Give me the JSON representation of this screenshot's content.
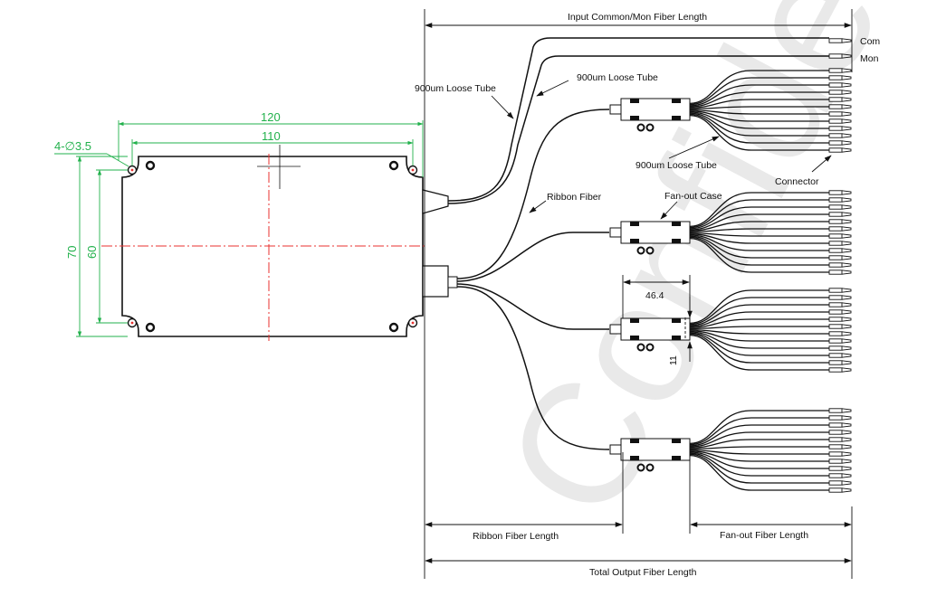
{
  "watermark": "Confidential",
  "module_dims": {
    "width_outer": "120",
    "width_holes": "110",
    "height_outer": "70",
    "height_holes": "60",
    "hole_spec": "4-∅3.5"
  },
  "labels": {
    "input_length": "Input Common/Mon Fiber Length",
    "com": "Com",
    "mon": "Mon",
    "loose_tube_1": "900um Loose Tube",
    "loose_tube_2": "900um Loose Tube",
    "loose_tube_3": "900um Loose Tube",
    "ribbon_fiber": "Ribbon Fiber",
    "fanout_case": "Fan-out Case",
    "connector": "Connector",
    "case_length": "46.4",
    "case_height": "11",
    "ribbon_length": "Ribbon Fiber Length",
    "fanout_length": "Fan-out Fiber Length",
    "total_length": "Total Output Fiber Length"
  },
  "colors": {
    "dimension_green": "#22b14c",
    "centerline_red": "#e8312f",
    "line_black": "#111111",
    "watermark": "#e9e9e9"
  }
}
